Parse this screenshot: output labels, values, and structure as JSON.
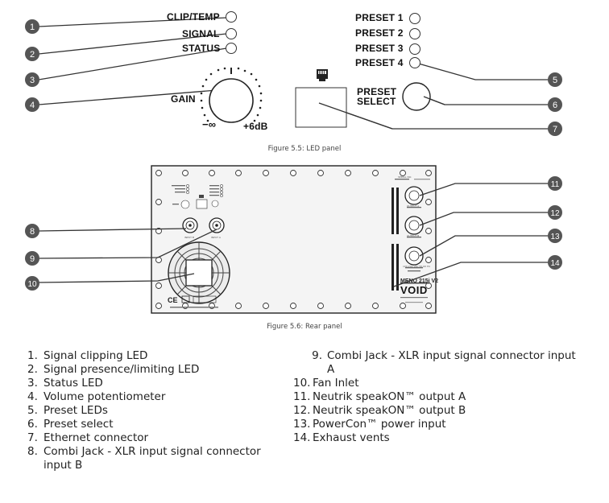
{
  "figure_5_5": {
    "caption": "Figure 5.5: LED panel",
    "leds": {
      "clip_temp": "CLIP/TEMP",
      "signal": "SIGNAL",
      "status": "STATUS"
    },
    "presets": [
      "PRESET 1",
      "PRESET 2",
      "PRESET 3",
      "PRESET 4"
    ],
    "gain": {
      "label": "GAIN",
      "min": "−∞",
      "max": "+6dB"
    },
    "preset_select": {
      "line1": "PRESET",
      "line2": "SELECT"
    },
    "callouts": [
      "1",
      "2",
      "3",
      "4",
      "5",
      "6",
      "7"
    ]
  },
  "figure_5_6": {
    "caption": "Figure 5.6: Rear panel",
    "callouts": [
      "8",
      "9",
      "10",
      "11",
      "12",
      "13",
      "14"
    ],
    "model_text": "MENO 215i V2",
    "brand": "VOID",
    "panel_marks": {
      "serial": "SERIAL NO:",
      "output_a": "OUTPUT A",
      "output_b": "OUTPUT B",
      "power_in": "100-240 VAC 50-60 Hz",
      "input_a": "INPUT A",
      "input_b": "INPUT B"
    }
  },
  "legend": {
    "left": [
      {
        "num": "1.",
        "text": "Signal clipping LED"
      },
      {
        "num": "2.",
        "text": "Signal presence/limiting LED"
      },
      {
        "num": "3.",
        "text": "Status LED"
      },
      {
        "num": "4.",
        "text": "Volume potentiometer"
      },
      {
        "num": "5.",
        "text": "Preset LEDs"
      },
      {
        "num": "6.",
        "text": "Preset select"
      },
      {
        "num": "7.",
        "text": "Ethernet connector"
      },
      {
        "num": "8.",
        "text": "Combi Jack - XLR input signal connector input B"
      }
    ],
    "right": [
      {
        "num": "9.",
        "text": "Combi Jack - XLR input signal connector input A"
      },
      {
        "num": "10.",
        "text": "Fan Inlet"
      },
      {
        "num": "11.",
        "text": "Neutrik speakON™ output A"
      },
      {
        "num": "12.",
        "text": "Neutrik speakON™ output B"
      },
      {
        "num": "13.",
        "text": "PowerCon™ power input"
      },
      {
        "num": "14.",
        "text": "Exhaust vents"
      }
    ]
  },
  "colors": {
    "callout_fill": "#555555",
    "callout_text": "#ffffff",
    "line": "#333333",
    "panel_fill": "#f4f4f4"
  }
}
